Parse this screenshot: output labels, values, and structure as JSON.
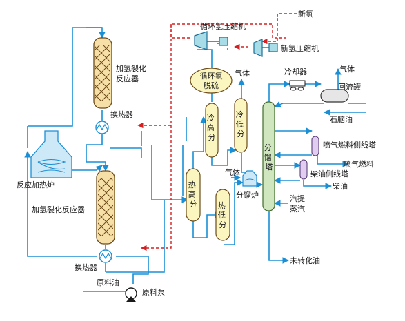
{
  "colors": {
    "pipe": "#1a8fd6",
    "recycle": "#d42020",
    "reactor_fill": "#f7dfa8",
    "reactor_stroke": "#6b4a18",
    "vessel_fill": "#fbf6c0",
    "tower_fill": "#cfe6bf",
    "side_tower_fill": "#e0cdef",
    "heater_fill": "#cde8f7",
    "compressor_fill": "#a8dde8",
    "text": "#1a1a1a"
  },
  "labels": {
    "new_hydrogen": "新氢",
    "recycle_compressor": "循环氢压缩机",
    "new_h2_compressor": "新氢压缩机",
    "reactor1": "加氢裂化\n反应器",
    "reactor2": "加氢裂化反应器",
    "heat_exchanger1": "换热器",
    "heat_exchanger2": "换热器",
    "heater": "反应加热炉",
    "feed_oil": "原料油",
    "feed_pump": "原料泵",
    "recycle_h2_desulf": "循环氢\n脱硫",
    "gas_top": "气体",
    "cold_hp_sep": "冷\n高\n分",
    "cold_lp_sep": "冷\n低\n分",
    "hot_hp_sep": "热\n高\n分",
    "hot_lp_sep": "热\n低\n分",
    "gas_mid": "气体",
    "fractionator_heater": "分馏炉",
    "fractionator": "分\n馏\n塔",
    "cooler": "冷却器",
    "gas_reflux": "气体",
    "reflux_tank": "回流罐",
    "naphtha": "石脑油",
    "jet_side_tower": "喷气燃料侧线塔",
    "jet_fuel": "喷气燃料",
    "diesel_side_tower": "柴油侧线塔",
    "diesel": "柴油",
    "stripping_steam": "汽提\n蒸汽",
    "unconverted_oil": "未转化油"
  }
}
